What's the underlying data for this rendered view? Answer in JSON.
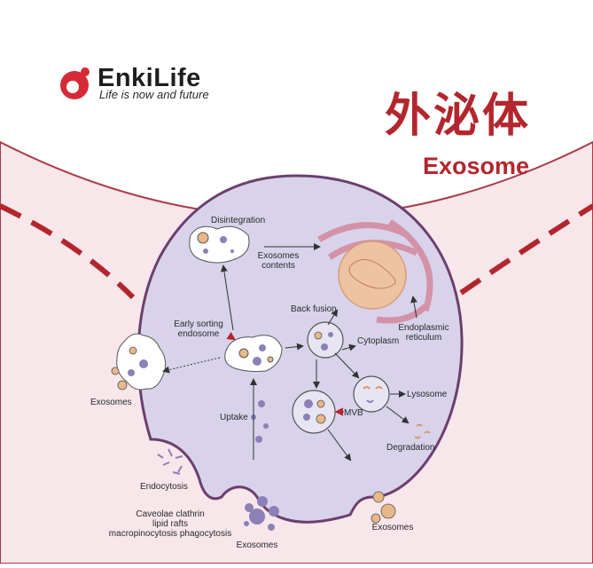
{
  "header": {
    "brand": "EnkiLife",
    "tagline": "Life is now and future",
    "title_cn": "外泌体",
    "title_en": "Exosome"
  },
  "labels": {
    "disintegration": "Disintegration",
    "exosomes_contents_1": "Exosomes",
    "exosomes_contents_2": "contents",
    "back_fusion": "Back fusion",
    "endoplasmic_1": "Endoplasmic",
    "endoplasmic_2": "reticulum",
    "early_sorting_1": "Early sorting",
    "early_sorting_2": "endosome",
    "cytoplasm": "Cytoplasm",
    "lysosome": "Lysosome",
    "mvb": "MVB",
    "uptake": "Uptake",
    "degradation": "Degradation",
    "exosomes_left": "Exosomes",
    "endocytosis": "Endocytosis",
    "pathways_1": "Caveolae clathrin",
    "pathways_2": "lipid rafts",
    "pathways_3": "macropinocytosis phagocytosis",
    "exosomes_bottom": "Exosomes",
    "exosomes_bottom_right": "Exosomes"
  },
  "colors": {
    "brand_red": "#b3262d",
    "cell_fill": "#d8d3ea",
    "cell_stroke": "#6b3f6e",
    "purple_vesicle": "#8c80b8",
    "orange_vesicle": "#e8b888",
    "bg_pink": "#f7e6ea"
  }
}
